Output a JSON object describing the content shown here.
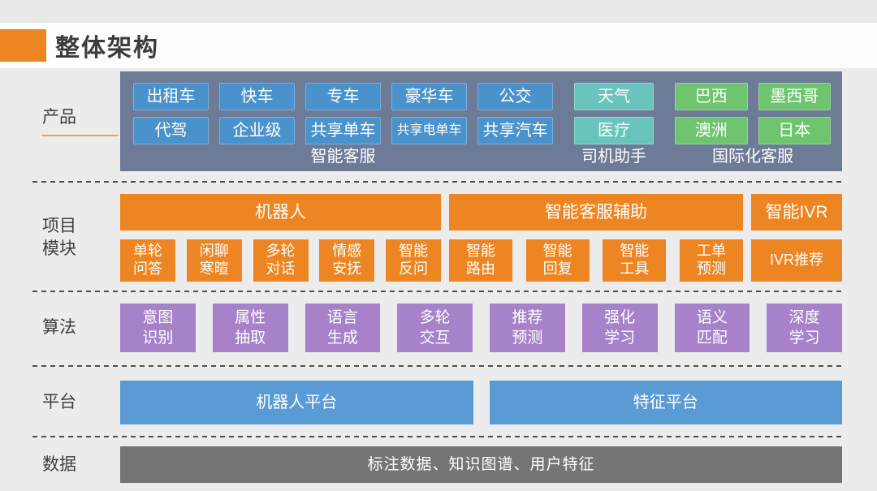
{
  "title": {
    "text": "整体架构"
  },
  "colors": {
    "page_bg": "#ececec",
    "accent_orange": "#ed8522",
    "panel_bg": "#6d7b97",
    "product_blue": "#4a92cc",
    "assistant_teal": "#68c4bc",
    "intl_green": "#6fc46f",
    "algorithm_purple": "#a782ca",
    "platform_blue": "#5b9bd5",
    "data_gray": "#757575",
    "label_underline": "#eda24a"
  },
  "sections": {
    "products": {
      "label": "产品",
      "groups": [
        {
          "name": "智能客服",
          "columns": [
            [
              "出租车",
              "代驾"
            ],
            [
              "快车",
              "企业级"
            ],
            [
              "专车",
              "共享单车"
            ],
            [
              "豪华车",
              "共享电单车"
            ],
            [
              "公交",
              "共享汽车"
            ]
          ]
        },
        {
          "name": "司机助手",
          "columns": [
            [
              "天气",
              "医疗"
            ]
          ]
        },
        {
          "name": "国际化客服",
          "columns": [
            [
              "巴西",
              "澳洲"
            ],
            [
              "墨西哥",
              "日本"
            ]
          ]
        }
      ]
    },
    "modules": {
      "label": "项目\n模块",
      "groups": [
        {
          "header": "机器人",
          "items": [
            "单轮\n问答",
            "闲聊\n寒暄",
            "多轮\n对话",
            "情感\n安抚",
            "智能\n反问"
          ]
        },
        {
          "header": "智能客服辅助",
          "items": [
            "智能\n路由",
            "智能\n回复",
            "智能\n工具",
            "工单\n预测"
          ]
        },
        {
          "header": "智能IVR",
          "items": [
            "IVR推荐"
          ]
        }
      ]
    },
    "algorithms": {
      "label": "算法",
      "items": [
        "意图\n识别",
        "属性\n抽取",
        "语言\n生成",
        "多轮\n交互",
        "推荐\n预测",
        "强化\n学习",
        "语义\n匹配",
        "深度\n学习"
      ]
    },
    "platforms": {
      "label": "平台",
      "items": [
        "机器人平台",
        "特征平台"
      ]
    },
    "data": {
      "label": "数据",
      "text": "标注数据、知识图谱、用户特征"
    }
  }
}
